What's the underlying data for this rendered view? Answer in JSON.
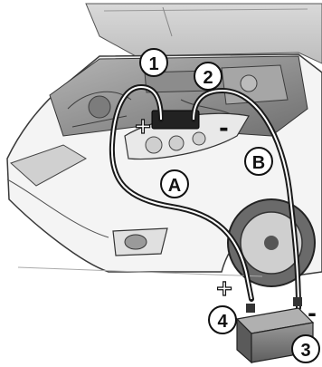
{
  "callouts": {
    "one": "1",
    "two": "2",
    "three": "3",
    "four": "4",
    "cable_a": "A",
    "cable_b": "B"
  },
  "polarity": {
    "plus_car": "+",
    "minus_car": "-",
    "plus_battery": "+",
    "minus_battery": "-"
  },
  "colors": {
    "cable": "#1a1a1a",
    "car_body": "#f4f4f4",
    "outline": "#3a3a3a",
    "engine": "#9a9a9a",
    "battery": "#7d7d7d"
  }
}
